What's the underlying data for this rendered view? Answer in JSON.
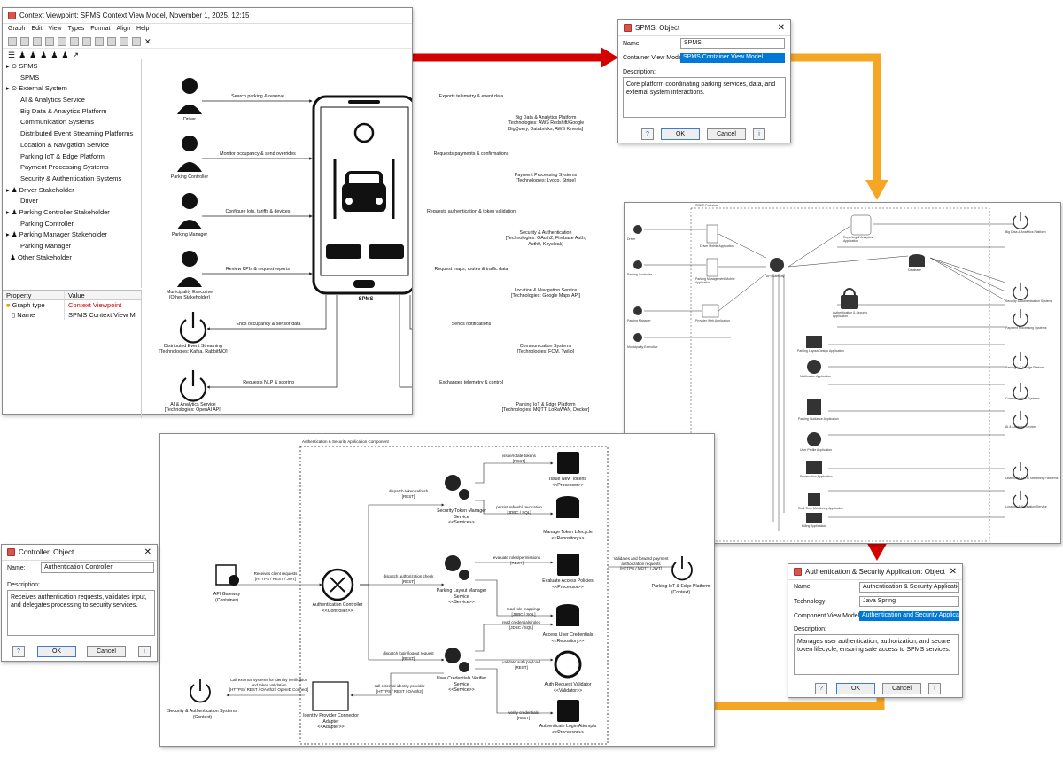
{
  "main_window": {
    "title": "Context Viewpoint: SPMS Context View Model, November 1, 2025, 12:15",
    "menu": [
      "Graph",
      "Edit",
      "View",
      "Types",
      "Format",
      "Align",
      "Help"
    ],
    "tree": [
      "SPMS",
      "SPMS",
      "External System",
      "AI & Analytics Service",
      "Big Data & Analytics Platform",
      "Communication Systems",
      "Distributed Event Streaming Platforms",
      "Location & Navigation Service",
      "Parking IoT & Edge Platform",
      "Payment Processing Systems",
      "Security & Authentication Systems",
      "Driver Stakeholder",
      "Driver",
      "Parking Controller Stakeholder",
      "Parking Controller",
      "Parking Manager Stakeholder",
      "Parking Manager",
      "Other Stakeholder"
    ],
    "props_header": {
      "property": "Property",
      "value": "Value"
    },
    "props": [
      {
        "property": "Graph type",
        "value": "Context Viewpoint"
      },
      {
        "property": "Name",
        "value": "SPMS Context View M"
      }
    ],
    "canvas": {
      "center_label": "SPMS",
      "actors": [
        {
          "name": "Driver",
          "link": "Search parking & reserve"
        },
        {
          "name": "Parking Controller",
          "link": "Monitor occupancy & send overrides"
        },
        {
          "name": "Parking Manager",
          "link": "Configure lots, tariffs & devices"
        },
        {
          "name": "Municipality Executive",
          "sub": "(Other Stakeholder)",
          "link": "Review KPIs & request reports"
        }
      ],
      "left_systems": [
        {
          "name": "Distributed Event Streaming",
          "tech": "[Technologies: Kafka, RabbitMQ]",
          "link": "Ends occupancy & sensor data"
        },
        {
          "name": "AI & Analytics Service",
          "tech": "[Technologies: OpenAI API]",
          "link": "Requests NLP & scoring"
        }
      ],
      "right_systems": [
        {
          "name": "Big Data & Analytics Platform",
          "tech": "[Technologies: AWS Redshift/Google BigQuery, Databricks, AWS Kinesis]",
          "link": "Exports telemetry & event data"
        },
        {
          "name": "Payment Processing Systems",
          "tech": "[Technologies: Lyoco, Stripe]",
          "link": "Requests payments & confirmations"
        },
        {
          "name": "Security & Authentication",
          "tech": "[Technologies: OAuth2, Firebase Auth, Auth0, Keycloak]",
          "link": "Requests authentication & token validation"
        },
        {
          "name": "Location & Navigation Service",
          "tech": "[Technologies: Google Maps API]",
          "link": "Request maps, routes & traffic data"
        },
        {
          "name": "Communication Systems",
          "tech": "[Technologies: FCM, Twilio]",
          "link": "Sends notifications"
        },
        {
          "name": "Parking IoT & Edge Platform",
          "tech": "[Technologies: MQTT, LoRaWAN, Docker]",
          "link": "Exchanges telemetry & control"
        }
      ]
    }
  },
  "spms_dialog": {
    "title": "SPMS: Object",
    "name_label": "Name:",
    "name_value": "SPMS",
    "cvm_label": "Container View Model:",
    "cvm_value": "SPMS Container View Model",
    "desc_label": "Description:",
    "desc_value": "Core platform coordinating parking services, data, and external system interactions.",
    "ok": "OK",
    "cancel": "Cancel"
  },
  "container_view": {
    "boundary_label": "SPMS Container",
    "nodes": [
      "Driver",
      "Parking Controller",
      "Parking Manager",
      "Municipality Executive",
      "Driver Mobile Application",
      "Parking Management Mobile Application",
      "Provider Web Application",
      "API Gateway",
      "Reporting & Analytics Application",
      "Database",
      "Authentication & Security Application",
      "Parking Layout/Design Application",
      "Notification Application",
      "Parking Guidance Application",
      "User Profile Application",
      "Reservation Application",
      "Real-Time Monitoring Application",
      "Billing Application"
    ],
    "externals": [
      "Big Data & Analytics Platform",
      "Security & Authentication Systems",
      "Payment Processing Systems",
      "Parking IoT & Edge Platform",
      "Communication Systems",
      "AI & Analytics Service",
      "Distributed Event Streaming Platforms",
      "Location & Navigation Service"
    ]
  },
  "component_view": {
    "boundary_label": "Authentication & Security Application Component",
    "api_gateway": {
      "name": "API Gateway",
      "sub": "(Container)",
      "link": "Receives client requests",
      "tech": "[HTTPS / REST / JWT]"
    },
    "controller": {
      "name": "Authentication Controller",
      "stereo": "<<Controller>>"
    },
    "services": [
      {
        "name": "Security Token Manager Service",
        "stereo": "<<Service>>",
        "in": "dispatch token refresh",
        "in_tech": "[REST]"
      },
      {
        "name": "Parking Layout Manager Service",
        "stereo": "<<Service>>",
        "in": "dispatch authorization check",
        "in_tech": "[REST]"
      },
      {
        "name": "User Credentials Verifier Service",
        "stereo": "<<Service>>",
        "in": "dispatch login/logout request",
        "in_tech": "[REST]"
      }
    ],
    "targets": [
      {
        "name": "Issue New Tokens",
        "stereo": "<<Processor>>",
        "link": "issue/rotate tokens",
        "tech": "[REST]"
      },
      {
        "name": "Manage Token Lifecycle",
        "stereo": "<<Repository>>",
        "link": "persist refresh/ revocation",
        "tech": "[JDBC / SQL]"
      },
      {
        "name": "Evaluate Access Policies",
        "stereo": "<<Processor>>",
        "link": "evaluate roles/permissions",
        "tech": "[REST]"
      },
      {
        "name": "Access User Credentials",
        "stereo": "<<Repository>>",
        "link": "read role mappings",
        "tech": "[JDBC / SQL]",
        "link2": "read credentials/roles",
        "tech2": "[JDBC / SQL]"
      },
      {
        "name": "Auth Request Validator",
        "stereo": "<<Validator>>",
        "link": "validate auth payload",
        "tech": "[REST]"
      },
      {
        "name": "Authenticate Login Attempts",
        "stereo": "<<Processor>>",
        "link": "verify credentials",
        "tech": "[REST]"
      }
    ],
    "iot": {
      "name": "Parking IoT & Edge Platform",
      "sub": "(Context)",
      "link": "Validates and forward payment authorization requests",
      "tech": "[HTTPS / MQTT / JWT]"
    },
    "idp": {
      "name": "Identity Provider Connector Adapter",
      "stereo": "<<Adapter>>",
      "link": "call external identity provider",
      "tech": "[HTTPS / REST / OAuth2]"
    },
    "sas": {
      "name": "Security & Authentication Systems",
      "sub": "(Context)",
      "link": "Call external systems for identity verification and token validation",
      "tech": "[HTTPS / REST / OAuth2 / OpenID Connect]"
    }
  },
  "controller_dialog": {
    "title": "Controller: Object",
    "name_label": "Name:",
    "name_value": "Authentication Controller",
    "desc_label": "Description:",
    "desc_value": "Receives authentication requests, validates input, and delegates processing to security services.",
    "ok": "OK",
    "cancel": "Cancel"
  },
  "auth_dialog": {
    "title": "Authentication & Security Application: Object",
    "name_label": "Name:",
    "name_value": "Authentication & Security Application",
    "tech_label": "Technology:",
    "tech_value": "Java Spring",
    "cvm_label": "Component View Model:",
    "cvm_value": "Authentication and Security Application",
    "desc_label": "Description:",
    "desc_value": "Manages user authentication, authorization, and secure token lifecycle, ensuring safe access to SPMS services.",
    "ok": "OK",
    "cancel": "Cancel"
  },
  "colors": {
    "red_arrow": "#d40000",
    "orange_arrow": "#f5a623",
    "selection": "#0078d7"
  }
}
